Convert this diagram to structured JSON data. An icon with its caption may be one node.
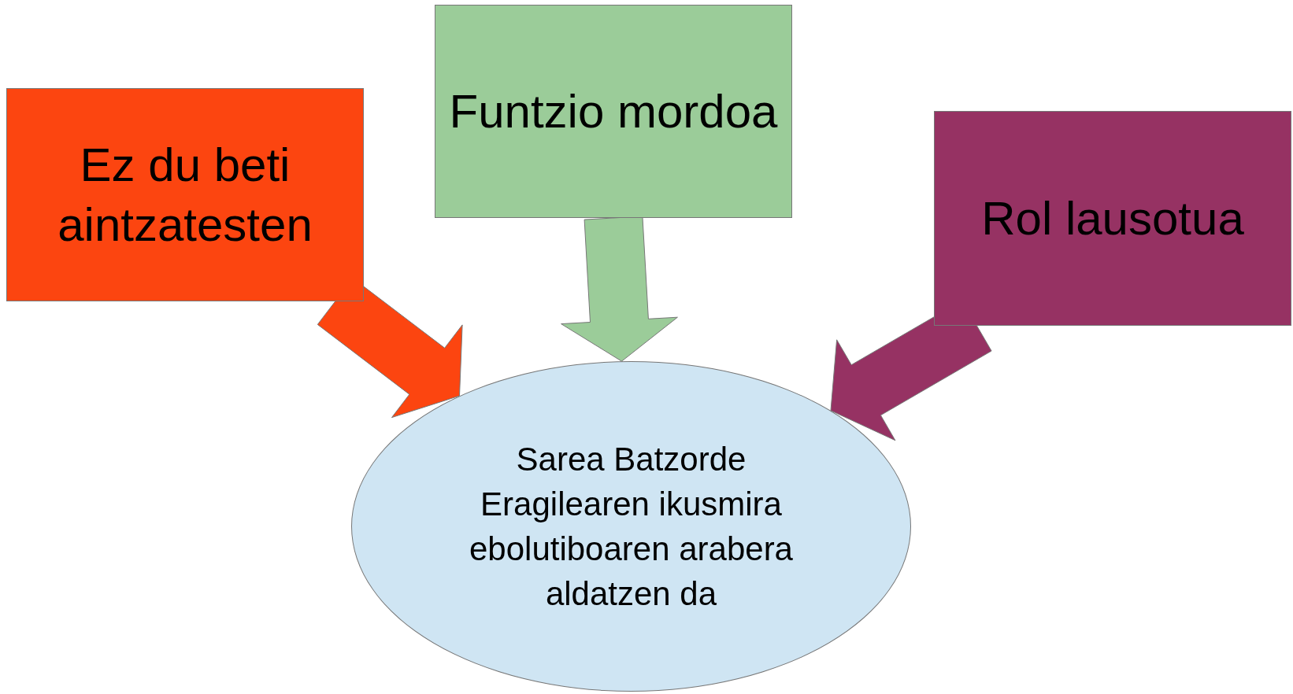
{
  "diagram": {
    "nodes": [
      {
        "text": [
          "Ez du beti aintzatesten"
        ]
      },
      {
        "text": [
          "Funtzio mordoa"
        ]
      },
      {
        "text": [
          "Rol lausotua"
        ]
      },
      {
        "text": [
          "Sarea Batzorde Eragilearen ikusmira ebolutiboaren arabera aldatzen da"
        ]
      }
    ],
    "edges": [
      {
        "from": 0,
        "to": 3,
        "arrow": "to",
        "style": "thick",
        "color": "#fc4510"
      },
      {
        "from": 1,
        "to": 3,
        "arrow": "to",
        "style": "thick",
        "color": "#9bcc99"
      },
      {
        "from": 2,
        "to": 3,
        "arrow": "to",
        "style": "thick",
        "color": "#963263"
      }
    ]
  }
}
